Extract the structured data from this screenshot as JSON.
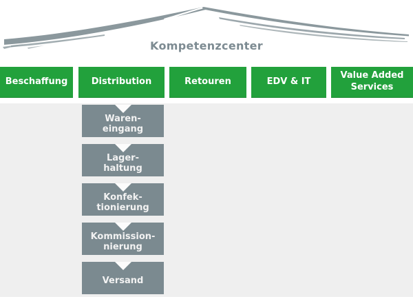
{
  "header": {
    "title": "Kompetenzcenter"
  },
  "nav": {
    "buttons": [
      {
        "label": "Beschaffung"
      },
      {
        "label": "Distribution"
      },
      {
        "label": "Retouren"
      },
      {
        "label": "EDV & IT"
      },
      {
        "label": "Value Added Services"
      }
    ]
  },
  "flow": {
    "arrow_icon": "triangle-down-white",
    "steps": [
      {
        "line1": "Waren-",
        "line2": "eingang"
      },
      {
        "line1": "Lager-",
        "line2": "haltung"
      },
      {
        "line1": "Konfek-",
        "line2": "tionierung"
      },
      {
        "line1": "Kommission-",
        "line2": "nierung"
      },
      {
        "line1": "Versand",
        "line2": ""
      }
    ]
  },
  "colors": {
    "nav_green": "#22a13c",
    "nav_green_edge": "#1b8a31",
    "step_gray": "#7b8a90",
    "title_gray": "#7d8b92",
    "content_bg": "#efefef",
    "swoosh_gray": "#8b989d",
    "arrow_white": "#fcfcfc"
  }
}
